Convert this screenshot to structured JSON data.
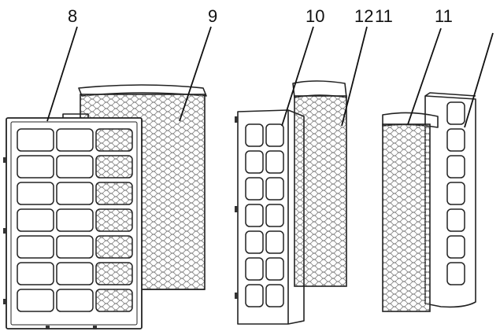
{
  "diagram": {
    "callouts": [
      {
        "id": "c8",
        "text": "8"
      },
      {
        "id": "c9",
        "text": "9"
      },
      {
        "id": "c10",
        "text": "10"
      },
      {
        "id": "c12",
        "text": "12"
      },
      {
        "id": "c11a",
        "text": "11"
      },
      {
        "id": "c11b",
        "text": "11"
      }
    ],
    "colors": {
      "line": "#222222",
      "mesh": "#8a8a8a",
      "background": "#ffffff"
    }
  }
}
